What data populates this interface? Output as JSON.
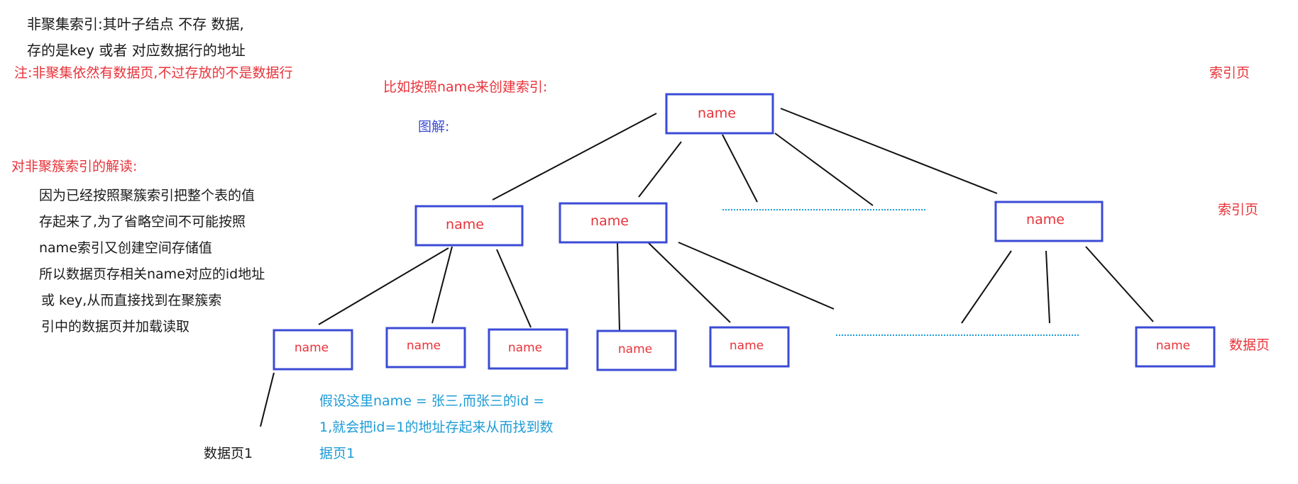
{
  "notes": {
    "intro_line1": "非聚集索引:其叶子结点 不存 数据,",
    "intro_line2": "存的是key 或者 对应数据行的地址",
    "red_note": "注:非聚集依然有数据页,不过存放的不是数据行",
    "example_title": "比如按照name来创建索引:",
    "diagram_label": "图解:",
    "interpretation_title": "对非聚簇索引的解读:",
    "interpretation_lines": [
      "因为已经按照聚簇索引把整个表的值",
      "存起来了,为了省略空间不可能按照",
      "name索引又创建空间存储值",
      "所以数据页存相关name对应的id地址",
      "或  key,从而直接找到在聚簇索",
      "引中的数据页并加载读取"
    ],
    "example_lines": [
      "假设这里name  =  张三,而张三的id  =",
      "1,就会把id=1的地址存起来从而找到数",
      "据页1"
    ],
    "data_page_one": "数据页1"
  },
  "levels": {
    "root_label": "索引页",
    "middle_label": "索引页",
    "leaf_label": "数据页"
  },
  "nodes": {
    "root": "name",
    "middle": [
      "name",
      "name",
      "name"
    ],
    "leaves": [
      "name",
      "name",
      "name",
      "name",
      "name",
      "name"
    ]
  },
  "colors": {
    "box_border": "#3b4bd6",
    "node_text": "#e8333a",
    "dotted_line": "#1d9bd6",
    "edge": "#111111"
  }
}
